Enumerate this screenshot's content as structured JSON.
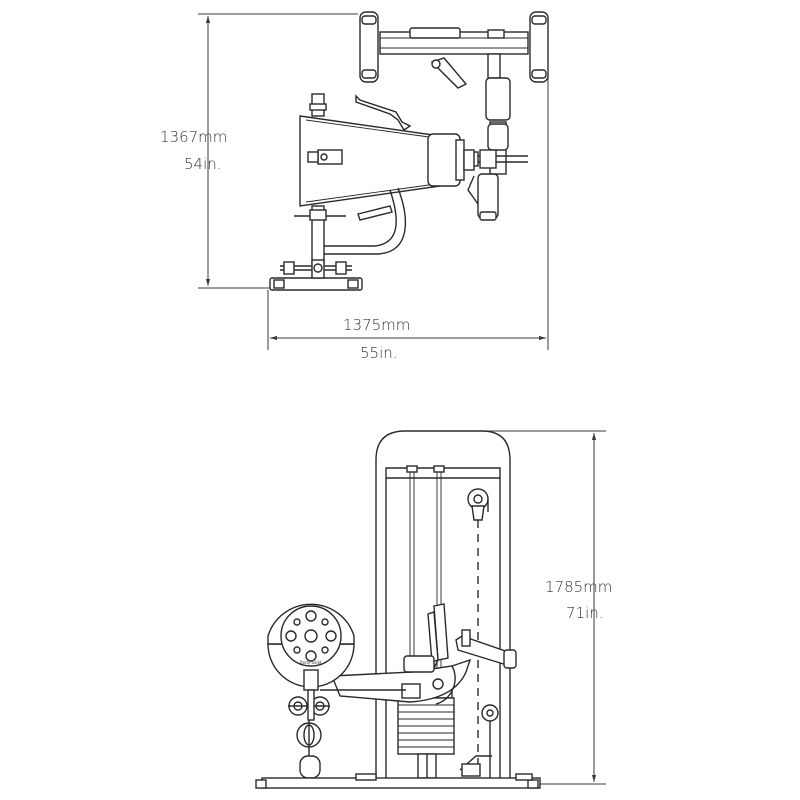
{
  "top_view": {
    "depth_mm": "1367mm",
    "depth_in": "54in.",
    "width_mm": "1375mm",
    "width_in": "55in."
  },
  "side_view": {
    "height_mm": "1785mm",
    "height_in": "71in.",
    "brand_mark": "Body-Solid"
  },
  "colors": {
    "line": "#2a2a2a",
    "shade": "#d9d9d9",
    "background": "#ffffff"
  }
}
